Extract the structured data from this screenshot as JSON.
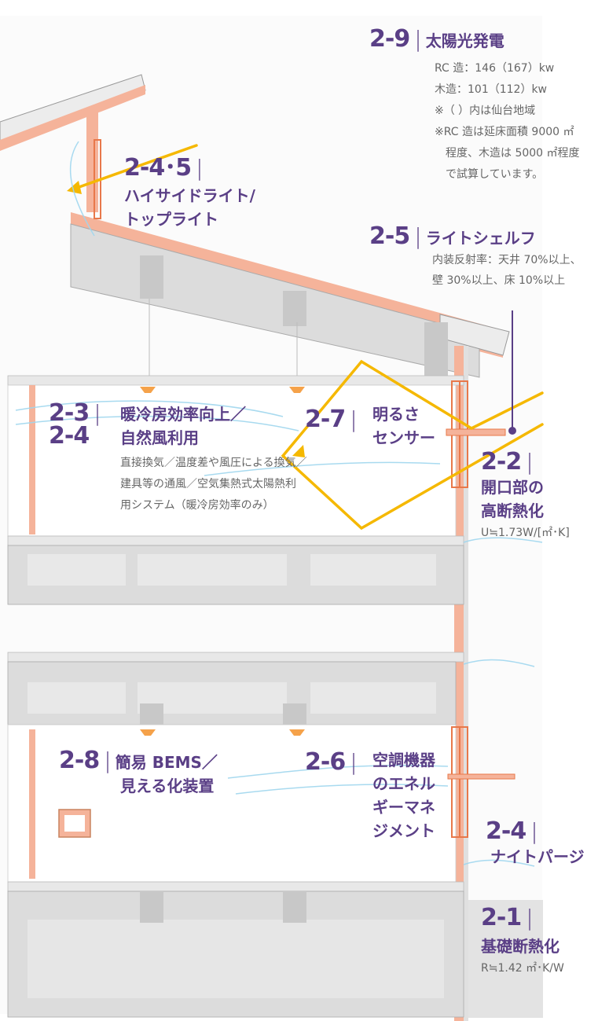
{
  "labels": {
    "l29": {
      "num": "2-9",
      "title": "太陽光発電",
      "lines": [
        "RC 造：146（167）kw",
        "木造：101（112）kw",
        "※（ ）内は仙台地域",
        "※RC 造は延床面積 9000 ㎡",
        "程度、木造は 5000 ㎡程度",
        "で試算しています。"
      ]
    },
    "l245": {
      "num": "2-4･5",
      "title1": "ハイサイドライト/",
      "title2": "トップライト"
    },
    "l25": {
      "num": "2-5",
      "title": "ライトシェルフ",
      "sub1": "内装反射率：天井 70%以上、",
      "sub2": "壁 30%以上、床 10%以上"
    },
    "l23": {
      "num1": "2-3",
      "num2": "2-4",
      "title1": "暖冷房効率向上／",
      "title2": "自然風利用",
      "sub1": "直接換気／温度差や風圧による換気／",
      "sub2": "建具等の通風／空気集熱式太陽熱利",
      "sub3": "用システム（暖冷房効率のみ）"
    },
    "l27": {
      "num": "2-7",
      "title1": "明るさ",
      "title2": "センサー"
    },
    "l22": {
      "num": "2-2",
      "title1": "開口部の",
      "title2": "高断熱化",
      "sub": "U≒1.73W/[㎡･K]"
    },
    "l28": {
      "num": "2-8",
      "title1": "簡易 BEMS／",
      "title2": "見える化装置"
    },
    "l26": {
      "num": "2-6",
      "title1": "空調機器",
      "title2": "のエネル",
      "title3": "ギーマネ",
      "title4": "ジメント"
    },
    "l24": {
      "num": "2-4",
      "title": "ナイトパージ"
    },
    "l21": {
      "num": "2-1",
      "title": "基礎断熱化",
      "sub": "R≒1.42 ㎡･K/W"
    }
  },
  "colors": {
    "accent": "#5a3f86",
    "insulation": "#f5b39a",
    "concrete": "#dcdcdc",
    "sunlight": "#f5b800",
    "wind": "#9fd6ee"
  }
}
